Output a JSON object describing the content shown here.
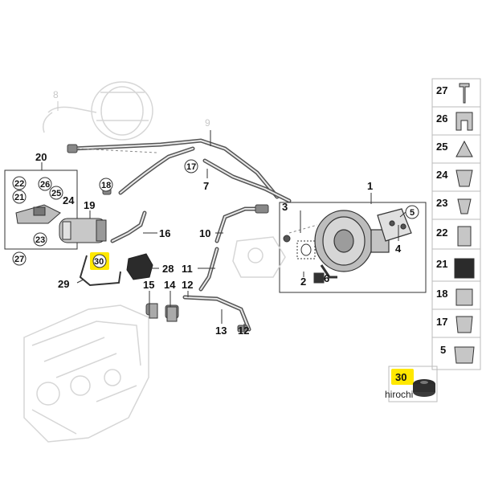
{
  "diagram": {
    "callouts": {
      "c1": "1",
      "c2": "2",
      "c3": "3",
      "c4": "4",
      "c5": "5",
      "c6": "6",
      "c7": "7",
      "c8": "8",
      "c9": "9",
      "c10": "10",
      "c11": "11",
      "c12a": "12",
      "c12b": "12",
      "c13": "13",
      "c14": "14",
      "c15": "15",
      "c16": "16",
      "c17": "17",
      "c18": "18",
      "c19": "19",
      "c20": "20",
      "c21": "21",
      "c22": "22",
      "c23": "23",
      "c24": "24",
      "c25": "25",
      "c26": "26",
      "c27": "27",
      "c28": "28",
      "c29": "29",
      "c30": "30"
    },
    "side_panel": [
      "27",
      "26",
      "25",
      "24",
      "23",
      "22",
      "21",
      "18",
      "17",
      "5"
    ],
    "featured_part": "30",
    "highlight_color": "#ffe800",
    "watermark": "hirochi"
  }
}
